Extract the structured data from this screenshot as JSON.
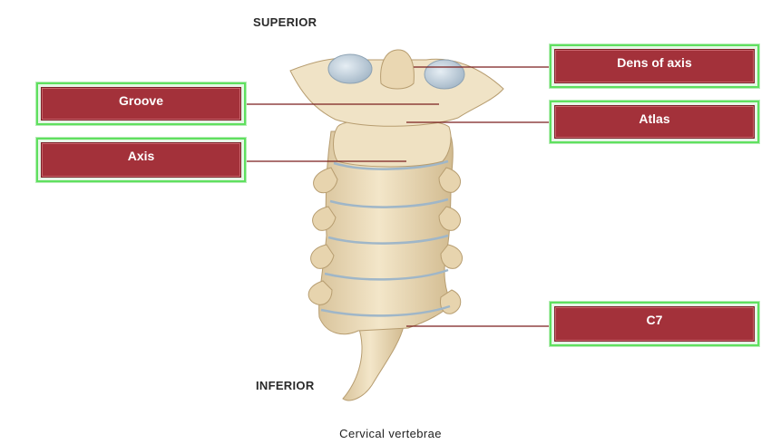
{
  "orientation": {
    "superior": "SUPERIOR",
    "inferior": "INFERIOR"
  },
  "caption": "Cervical vertebrae",
  "labels": {
    "groove": "Groove",
    "axis": "Axis",
    "dens_of_axis": "Dens of axis",
    "atlas": "Atlas",
    "c7": "C7"
  },
  "colors": {
    "label_fill": "#a3313a",
    "label_border": "#5fe05f",
    "leader_line": "#7a1f1f",
    "bone": "#ecdcbc",
    "disc": "#9fb6c8"
  }
}
